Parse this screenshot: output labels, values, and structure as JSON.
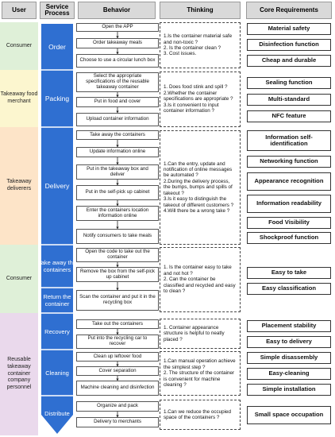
{
  "headers": {
    "user": "User",
    "service_process": "Service Process",
    "behavior": "Behavior",
    "thinking": "Thinking",
    "core_requirements": "Core Requirements"
  },
  "users": [
    {
      "label": "Consumer",
      "color": "#dff0d8"
    },
    {
      "label": "Takeaway food merchant",
      "color": "#fcf6cf"
    },
    {
      "label": "Takeaway deliverers",
      "color": "#fde4c8"
    },
    {
      "label": "Consumer",
      "color": "#dff0d8"
    },
    {
      "label": "Reusable takeaway container company personnel",
      "color": "#ead9ec"
    }
  ],
  "processes": [
    {
      "label": "Order"
    },
    {
      "label": "Packing"
    },
    {
      "label": "Delivery"
    },
    {
      "label": "Take away the containers"
    },
    {
      "label": "Return the container"
    },
    {
      "label": "Recovery"
    },
    {
      "label": "Cleaning"
    },
    {
      "label": "Distribute"
    }
  ],
  "behaviors": [
    "Open the APP",
    "Order takeaway meals",
    "Choose to use a circular lunch box",
    "Select the appropriate specifications of the reusable takeaway container",
    "Put in food and cover",
    "Upload container information",
    "Take away the containers",
    "Update information online",
    "Put in the takeaway box and deliver",
    "Put in the self-pick up cabinet",
    "Enter the containers location information online",
    "Notify consumers to take meals",
    "Open the code to take out the container",
    "Remove the box from the self-pick up cabinet",
    "Scan the container and put it in the recycling box",
    "Take out the containers",
    "Put into the recycling car to recover",
    "Clean up leftover food",
    "Cover separation",
    "Machine cleaning and disinfection",
    "Organize and pack",
    "Delivery to merchants"
  ],
  "thinking": [
    "1.Is the container material safe and non-toxic ?\n2. Is the container clean ?\n3. Cost issues.",
    "1. Does food stink and spill ?\n2.Whether the container specifications are appropriate ?\n3.Is it convenient to input container information ?",
    "1.Can the entry, update and notification of online messages be automated ?\n2.During the delivery process, the bumps, bumps and spills of takeout ?\n3.Is it easy to distinguish the takeout of different customers ?\n4.Will there be a wrong take ?",
    "1. Is the container easy to take and not hot ?\n2. Can the container be classified and recycled and easy to clean ?",
    "1. Container appearance structure is helpful to neatly placed ?",
    "1.Can manual operation achieve the simplest step ?\n2. The structure of the container is convenient for machine cleaning ?",
    "1.Can we reduce the occupied space of the containers ?"
  ],
  "requirements": [
    "Material safety",
    "Disinfection function",
    "Cheap and durable",
    "Sealing function",
    "Multi-standard",
    "NFC feature",
    "Information self-identification",
    "Networking function",
    "Appearance recognition",
    "Information readability",
    "Food Visibility",
    "Shockproof function",
    "Easy to take",
    "Easy classification",
    "Placement stability",
    "Easy to delivery",
    "Simple disassembly",
    "Easy-cleaning",
    "Simple installation",
    "Small space occupation"
  ],
  "colors": {
    "process_arrow": "#2f6fd1",
    "header_bg": "#d9d9d9",
    "connector": "#222222"
  }
}
